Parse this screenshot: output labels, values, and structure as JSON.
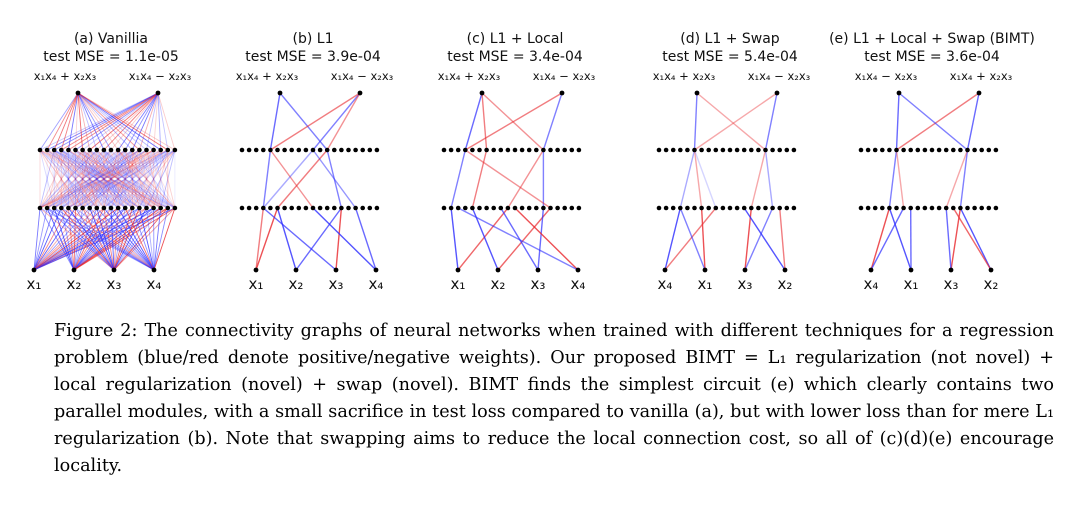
{
  "figure": {
    "panels": [
      {
        "key": "vanilla",
        "title": "(a) Vanillia",
        "mse": "test MSE = 1.1e-05",
        "outputs": [
          "x₁x₄ + x₂x₃",
          "x₁x₄ − x₂x₃"
        ],
        "inputs": [
          "x₁",
          "x₂",
          "x₃",
          "x₄"
        ]
      },
      {
        "key": "l1",
        "title": "(b) L1",
        "mse": "test MSE = 3.9e-04",
        "outputs": [
          "x₁x₄ + x₂x₃",
          "x₁x₄ − x₂x₃"
        ],
        "inputs": [
          "x₁",
          "x₂",
          "x₃",
          "x₄"
        ]
      },
      {
        "key": "l1local",
        "title": "(c) L1 + Local",
        "mse": "test MSE = 3.4e-04",
        "outputs": [
          "x₁x₄ + x₂x₃",
          "x₁x₄ − x₂x₃"
        ],
        "inputs": [
          "x₁",
          "x₂",
          "x₃",
          "x₄"
        ]
      },
      {
        "key": "l1swap",
        "title": "(d) L1 + Swap",
        "mse": "test MSE = 5.4e-04",
        "outputs": [
          "x₁x₄ + x₂x₃",
          "x₁x₄ − x₂x₃"
        ],
        "inputs": [
          "x₄",
          "x₁",
          "x₃",
          "x₂"
        ]
      },
      {
        "key": "bimt",
        "title": "(e) L1 + Local + Swap (BIMT)",
        "mse": "test MSE = 3.6e-04",
        "outputs": [
          "x₁x₄ − x₂x₃",
          "x₁x₄ + x₂x₃"
        ],
        "inputs": [
          "x₄",
          "x₁",
          "x₃",
          "x₂"
        ]
      }
    ],
    "colors": {
      "positive": "#2b2bff",
      "negative": "#e8262b",
      "node": "#000000"
    }
  },
  "caption": {
    "label": "Figure 2:",
    "text": "The connectivity graphs of neural networks when trained with different techniques for a regression problem (blue/red denote positive/negative weights). Our proposed BIMT = L₁ regularization (not novel) + local regularization (novel) + swap (novel). BIMT finds the simplest circuit (e) which clearly contains two parallel modules, with a small sacrifice in test loss compared to vanilla (a), but with lower loss than for mere L₁ regularization (b). Note that swapping aims to reduce the local connection cost, so all of (c)(d)(e) encourage locality."
  }
}
